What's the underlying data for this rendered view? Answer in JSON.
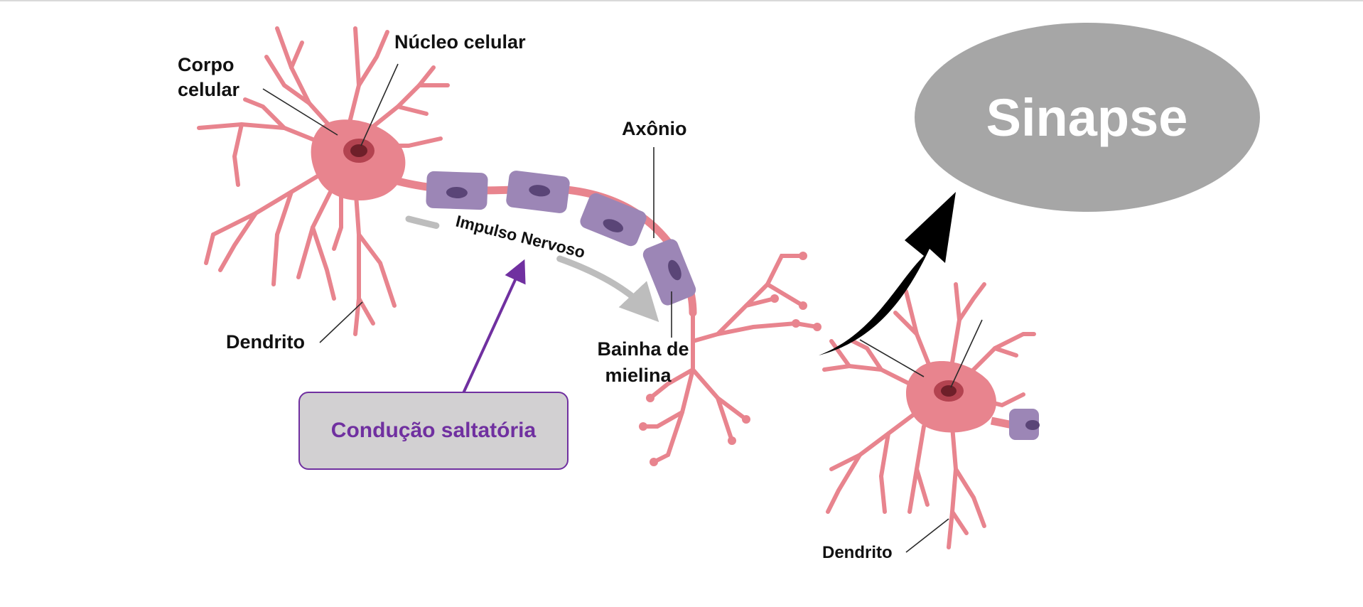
{
  "labels": {
    "corpo_celular": [
      "Corpo",
      "celular"
    ],
    "nucleo_celular": "Núcleo celular",
    "axonio": "Axônio",
    "impulso_nervoso": "Impulso Nervoso",
    "bainha_de_mielina": [
      "Bainha de",
      "mielina"
    ],
    "dendrito_1": "Dendrito",
    "dendrito_2": "Dendrito"
  },
  "callout": {
    "text": "Condução saltatória"
  },
  "sinapse": {
    "text": "Sinapse"
  },
  "colors": {
    "neuron_pink": "#e8848e",
    "neuron_pink_dark": "#c9606c",
    "nucleus": "#8a2a35",
    "myelin": "#9c86b6",
    "myelin_dark": "#5a4577",
    "callout_border": "#7030a0",
    "callout_fill": "#d2d0d2",
    "sinapse_fill": "#a6a6a6",
    "impulse_arrow": "#bdbdbd",
    "big_arrow": "#000000"
  }
}
